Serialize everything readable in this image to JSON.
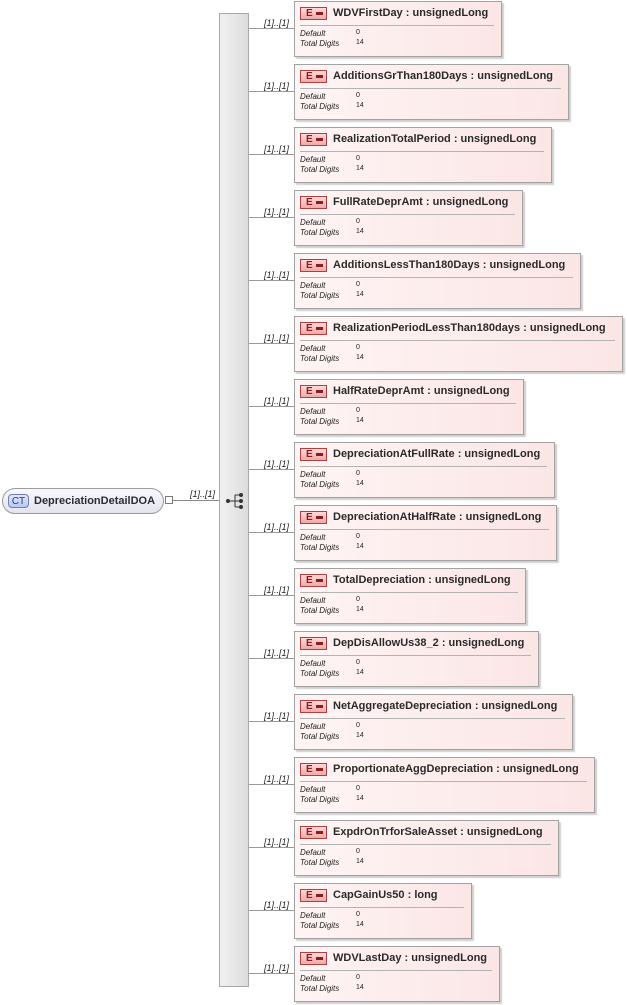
{
  "root": {
    "badge": "CT",
    "name": "DepreciationDetailDOA",
    "cardinality": "[1]..[1]"
  },
  "labels": {
    "default": "Default",
    "total_digits": "Total Digits"
  },
  "elements": [
    {
      "name": "WDVFirstDay",
      "type": "unsignedLong",
      "cardinality": "[1]..[1]",
      "default": "0",
      "total_digits": "14"
    },
    {
      "name": "AdditionsGrThan180Days",
      "type": "unsignedLong",
      "cardinality": "[1]..[1]",
      "default": "0",
      "total_digits": "14"
    },
    {
      "name": "RealizationTotalPeriod",
      "type": "unsignedLong",
      "cardinality": "[1]..[1]",
      "default": "0",
      "total_digits": "14"
    },
    {
      "name": "FullRateDeprAmt",
      "type": "unsignedLong",
      "cardinality": "[1]..[1]",
      "default": "0",
      "total_digits": "14"
    },
    {
      "name": "AdditionsLessThan180Days",
      "type": "unsignedLong",
      "cardinality": "[1]..[1]",
      "default": "0",
      "total_digits": "14"
    },
    {
      "name": "RealizationPeriodLessThan180days",
      "type": "unsignedLong",
      "cardinality": "[1]..[1]",
      "default": "0",
      "total_digits": "14"
    },
    {
      "name": "HalfRateDeprAmt",
      "type": "unsignedLong",
      "cardinality": "[1]..[1]",
      "default": "0",
      "total_digits": "14"
    },
    {
      "name": "DepreciationAtFullRate",
      "type": "unsignedLong",
      "cardinality": "[1]..[1]",
      "default": "0",
      "total_digits": "14"
    },
    {
      "name": "DepreciationAtHalfRate",
      "type": "unsignedLong",
      "cardinality": "[1]..[1]",
      "default": "0",
      "total_digits": "14"
    },
    {
      "name": "TotalDepreciation",
      "type": "unsignedLong",
      "cardinality": "[1]..[1]",
      "default": "0",
      "total_digits": "14"
    },
    {
      "name": "DepDisAllowUs38_2",
      "type": "unsignedLong",
      "cardinality": "[1]..[1]",
      "default": "0",
      "total_digits": "14"
    },
    {
      "name": "NetAggregateDepreciation",
      "type": "unsignedLong",
      "cardinality": "[1]..[1]",
      "default": "0",
      "total_digits": "14"
    },
    {
      "name": "ProportionateAggDepreciation",
      "type": "unsignedLong",
      "cardinality": "[1]..[1]",
      "default": "0",
      "total_digits": "14"
    },
    {
      "name": "ExpdrOnTrforSaleAsset",
      "type": "unsignedLong",
      "cardinality": "[1]..[1]",
      "default": "0",
      "total_digits": "14"
    },
    {
      "name": "CapGainUs50",
      "type": "long",
      "cardinality": "[1]..[1]",
      "default": "0",
      "total_digits": "14"
    },
    {
      "name": "WDVLastDay",
      "type": "unsignedLong",
      "cardinality": "[1]..[1]",
      "default": "0",
      "total_digits": "14"
    }
  ]
}
